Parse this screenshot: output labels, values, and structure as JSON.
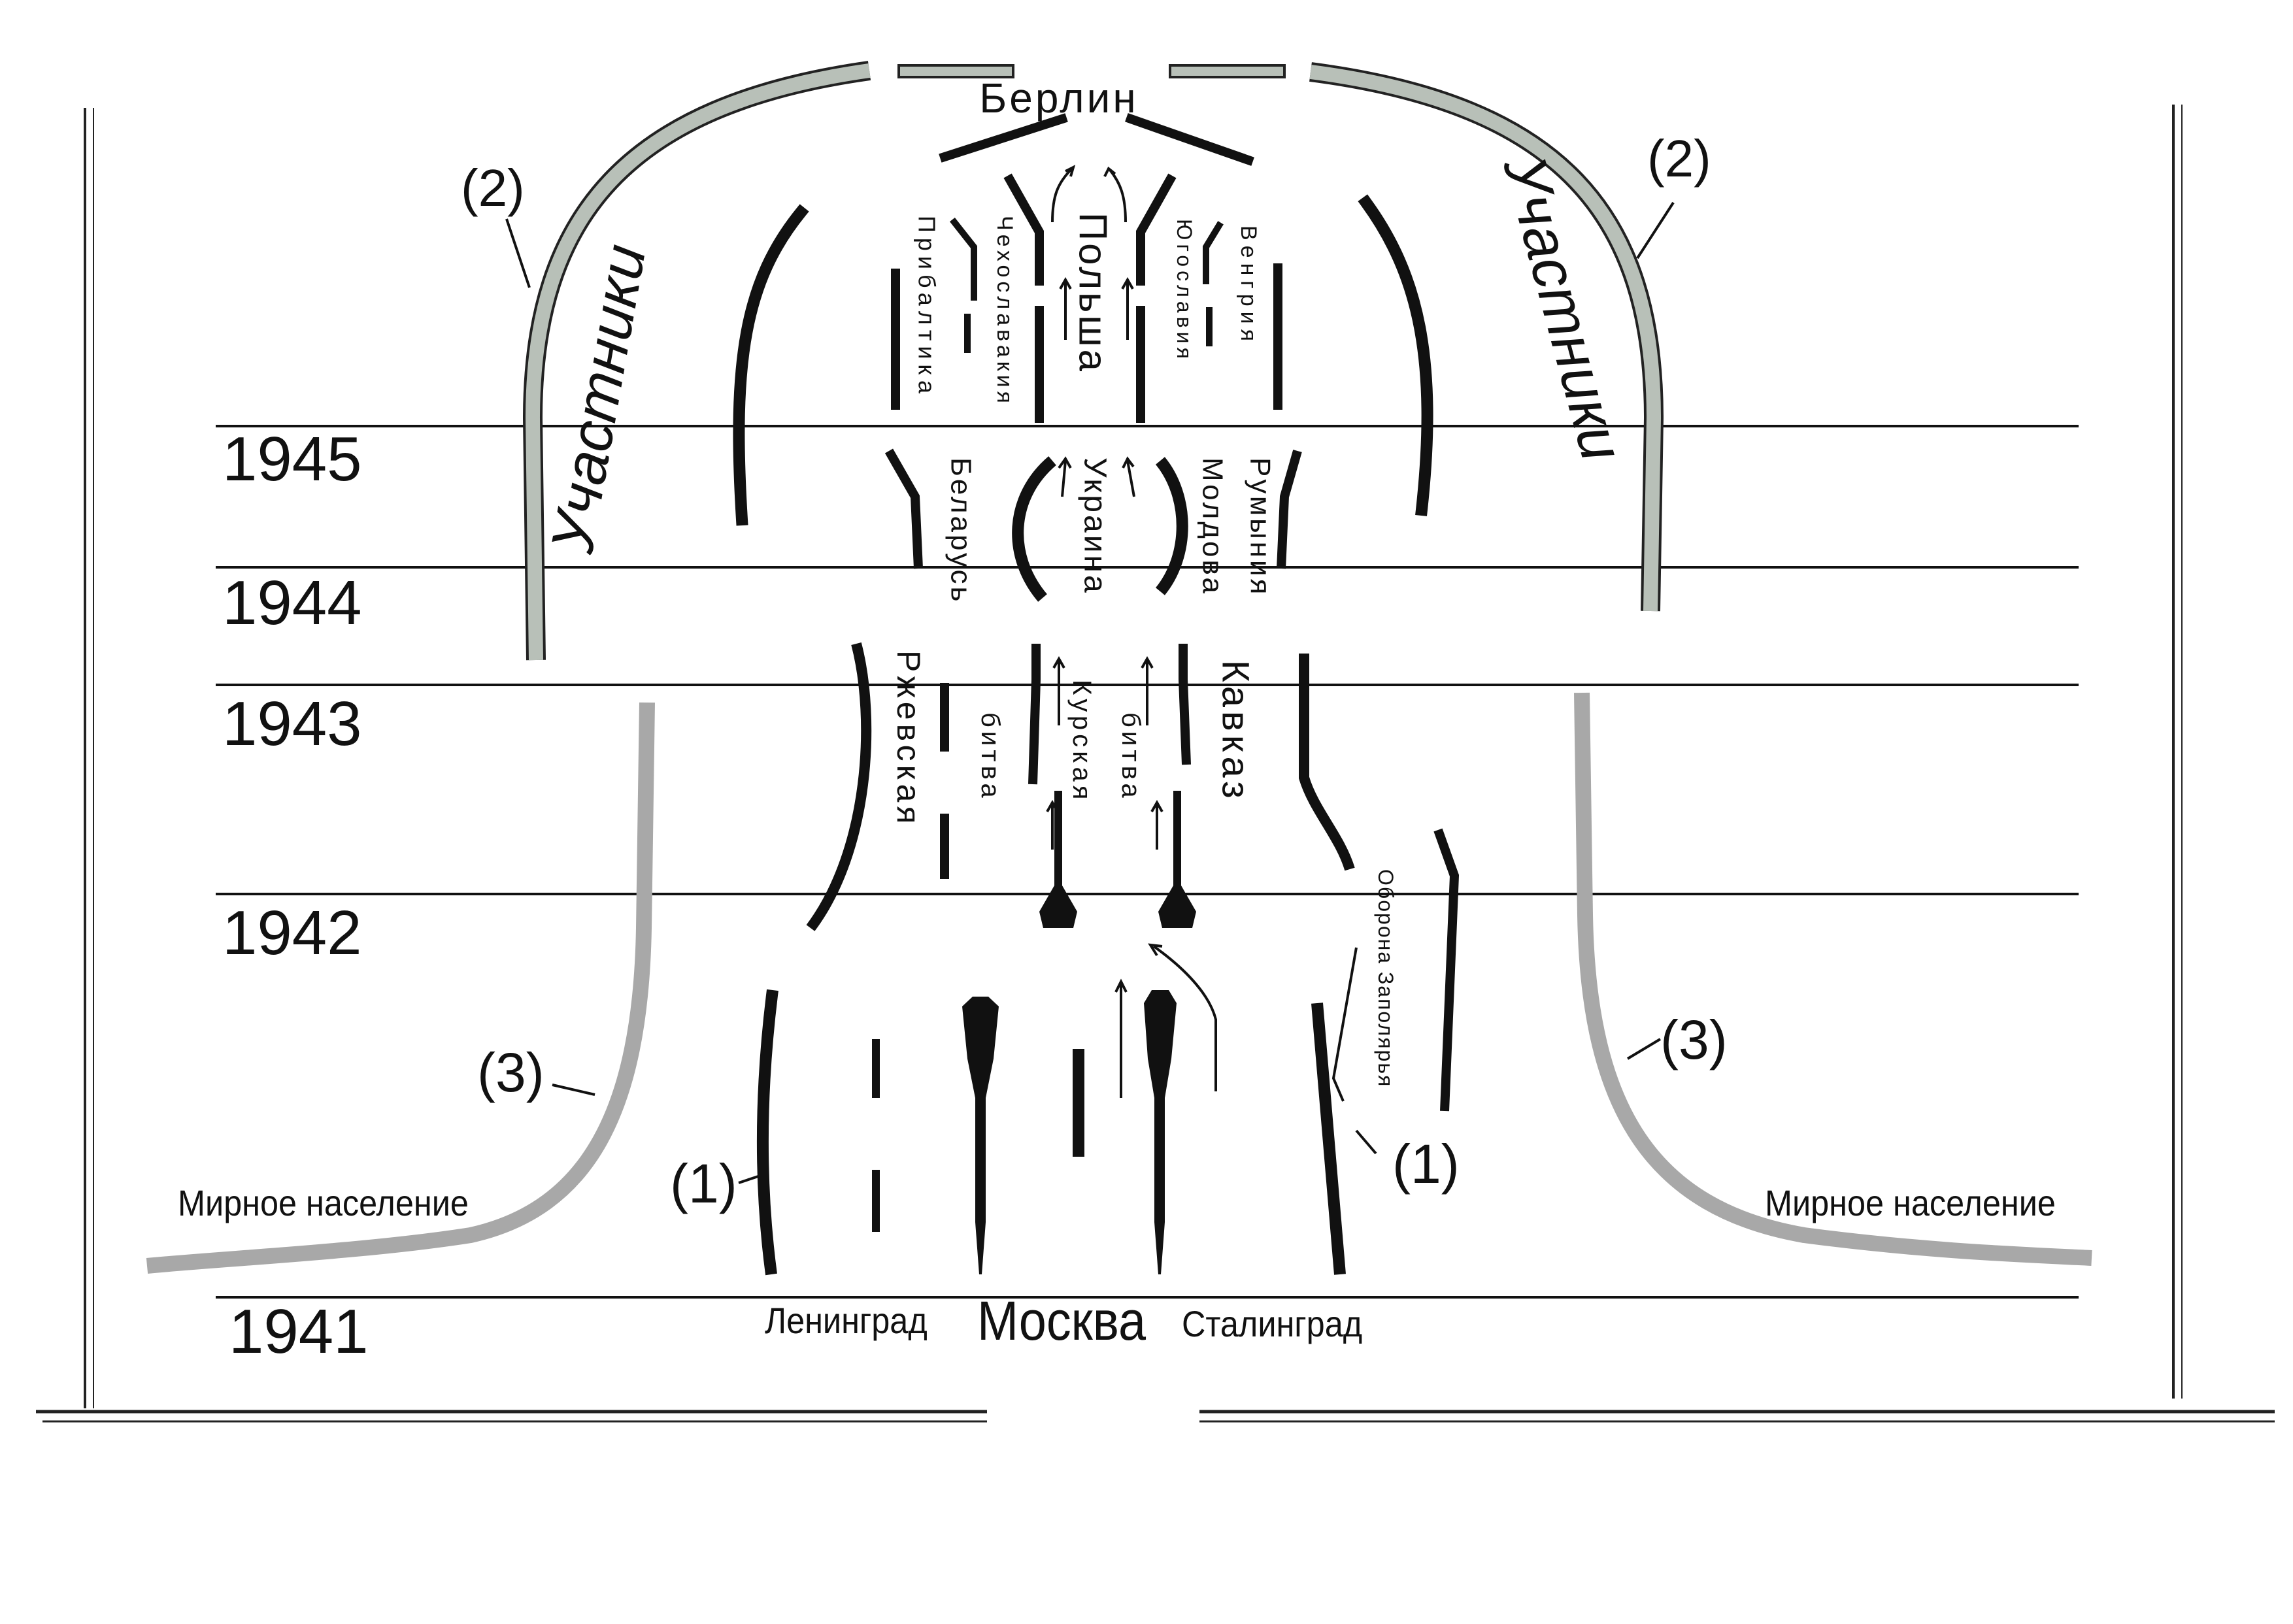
{
  "title": "Берлин",
  "years": [
    "1945",
    "1944",
    "1943",
    "1942",
    "1941"
  ],
  "bottom_cities": {
    "left": "Ленинград",
    "center": "Москва",
    "right": "Сталинград"
  },
  "participants_label": "Участники",
  "civilians_label": "Мирное население",
  "markers": {
    "one": "(1)",
    "two": "(2)",
    "three": "(3)"
  },
  "regions_1945": {
    "baltics": "Прибалтика",
    "czechoslovakia": "Чехославакия",
    "poland": "Польша",
    "yugoslavia": "Югославия",
    "hungary": "Венгрия"
  },
  "regions_1944": {
    "belarus": "Беларусь",
    "ukraine": "Украина",
    "moldova": "Молдова",
    "romania": "Румыния"
  },
  "regions_1943": {
    "rzhev": "Ржевская",
    "battle_left": "битва",
    "kursk": "Курская",
    "battle_right": "битва",
    "caucasus": "Кавказ"
  },
  "arctic_defense": "Оборона Заполярья",
  "colors": {
    "ink": "#111111",
    "participants_band": "#b8c0b8",
    "civilians_band": "#a8a8a8",
    "background": "#ffffff"
  }
}
